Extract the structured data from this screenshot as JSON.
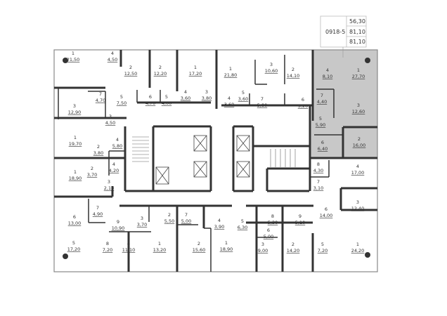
{
  "apartment_info": {
    "id": "0918-5",
    "areas": [
      "56,30",
      "81,10",
      "81,10"
    ]
  },
  "colors": {
    "highlight": "#c8c8c8",
    "walls": "#333333"
  },
  "rooms": [
    {
      "num": "1",
      "area": "21,50"
    },
    {
      "num": "4",
      "area": "4,50"
    },
    {
      "num": "2",
      "area": "12,50"
    },
    {
      "num": "2",
      "area": "12,20"
    },
    {
      "num": "1",
      "area": "17,20"
    },
    {
      "num": "7",
      "area": "4,70"
    },
    {
      "num": "3",
      "area": "12,90"
    },
    {
      "num": "5",
      "area": "7,50"
    },
    {
      "num": "6",
      "area": "4,70"
    },
    {
      "num": "5",
      "area": "4,00"
    },
    {
      "num": "4",
      "area": "3,60"
    },
    {
      "num": "3",
      "area": "3,80"
    },
    {
      "num": "3",
      "area": "4,50"
    },
    {
      "num": "1",
      "area": "21,80"
    },
    {
      "num": "3",
      "area": "10,60"
    },
    {
      "num": "2",
      "area": "14,10"
    },
    {
      "num": "4",
      "area": "3,60"
    },
    {
      "num": "5",
      "area": "3,60"
    },
    {
      "num": "7",
      "area": "5,80"
    },
    {
      "num": "6",
      "area": "5,20"
    },
    {
      "num": "4",
      "area": "8,10"
    },
    {
      "num": "1",
      "area": "27,70"
    },
    {
      "num": "7",
      "area": "4,40"
    },
    {
      "num": "3",
      "area": "12,60"
    },
    {
      "num": "5",
      "area": "5,90"
    },
    {
      "num": "2",
      "area": "16,00"
    },
    {
      "num": "6",
      "area": "6,40"
    },
    {
      "num": "1",
      "area": "19,70"
    },
    {
      "num": "2",
      "area": "3,80"
    },
    {
      "num": "4",
      "area": "5,80"
    },
    {
      "num": "4",
      "area": "4,20"
    },
    {
      "num": "1",
      "area": "18,90"
    },
    {
      "num": "2",
      "area": "3,70"
    },
    {
      "num": "3",
      "area": "2,10"
    },
    {
      "num": "7",
      "area": "4,90"
    },
    {
      "num": "6",
      "area": "13,00"
    },
    {
      "num": "3",
      "area": "3,70"
    },
    {
      "num": "2",
      "area": "5,50"
    },
    {
      "num": "7",
      "area": "5,00"
    },
    {
      "num": "9",
      "area": "10,90"
    },
    {
      "num": "4",
      "area": "3,90"
    },
    {
      "num": "5",
      "area": "17,20"
    },
    {
      "num": "8",
      "area": "7,20"
    },
    {
      "num": "4",
      "area": "11,10"
    },
    {
      "num": "1",
      "area": "13,20"
    },
    {
      "num": "2",
      "area": "15,60"
    },
    {
      "num": "1",
      "area": "18,90"
    },
    {
      "num": "8",
      "area": "4,30"
    },
    {
      "num": "4",
      "area": "17,00"
    },
    {
      "num": "7",
      "area": "3,10"
    },
    {
      "num": "3",
      "area": "12,40"
    },
    {
      "num": "6",
      "area": "14,00"
    },
    {
      "num": "8",
      "area": "5,30"
    },
    {
      "num": "9",
      "area": "5,10"
    },
    {
      "num": "5",
      "area": "6,30"
    },
    {
      "num": "6",
      "area": "5,00"
    },
    {
      "num": "3",
      "area": "9,00"
    },
    {
      "num": "2",
      "area": "14,20"
    },
    {
      "num": "5",
      "area": "7,20"
    },
    {
      "num": "1",
      "area": "24,20"
    }
  ]
}
